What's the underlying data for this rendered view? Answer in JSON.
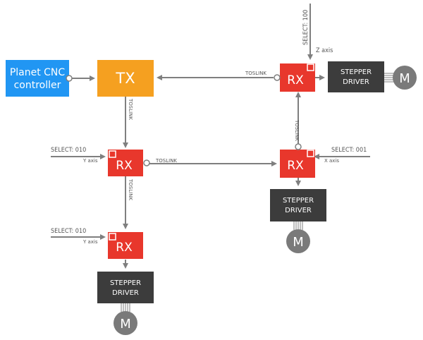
{
  "colors": {
    "controller": "#2196F3",
    "tx": "#F5A020",
    "rx": "#E8372C",
    "driver": "#3C3C3C",
    "motor": "#7A7A7A",
    "line": "#7F7F7F"
  },
  "controller": {
    "line1": "Planet CNC",
    "line2": "controller"
  },
  "tx": {
    "label": "TX"
  },
  "rx": {
    "label": "RX"
  },
  "driver": {
    "line1": "STEPPER",
    "line2": "DRIVER"
  },
  "motor": {
    "label": "M"
  },
  "links": {
    "toslink": "TOSLINK"
  },
  "select": {
    "z": "SELECT: 100",
    "x": "SELECT: 001",
    "y1": "SELECT: 010",
    "y2": "SELECT: 010"
  },
  "axes": {
    "z": "Z axis",
    "x": "X axis",
    "y1": "Y axis",
    "y2": "Y axis"
  }
}
